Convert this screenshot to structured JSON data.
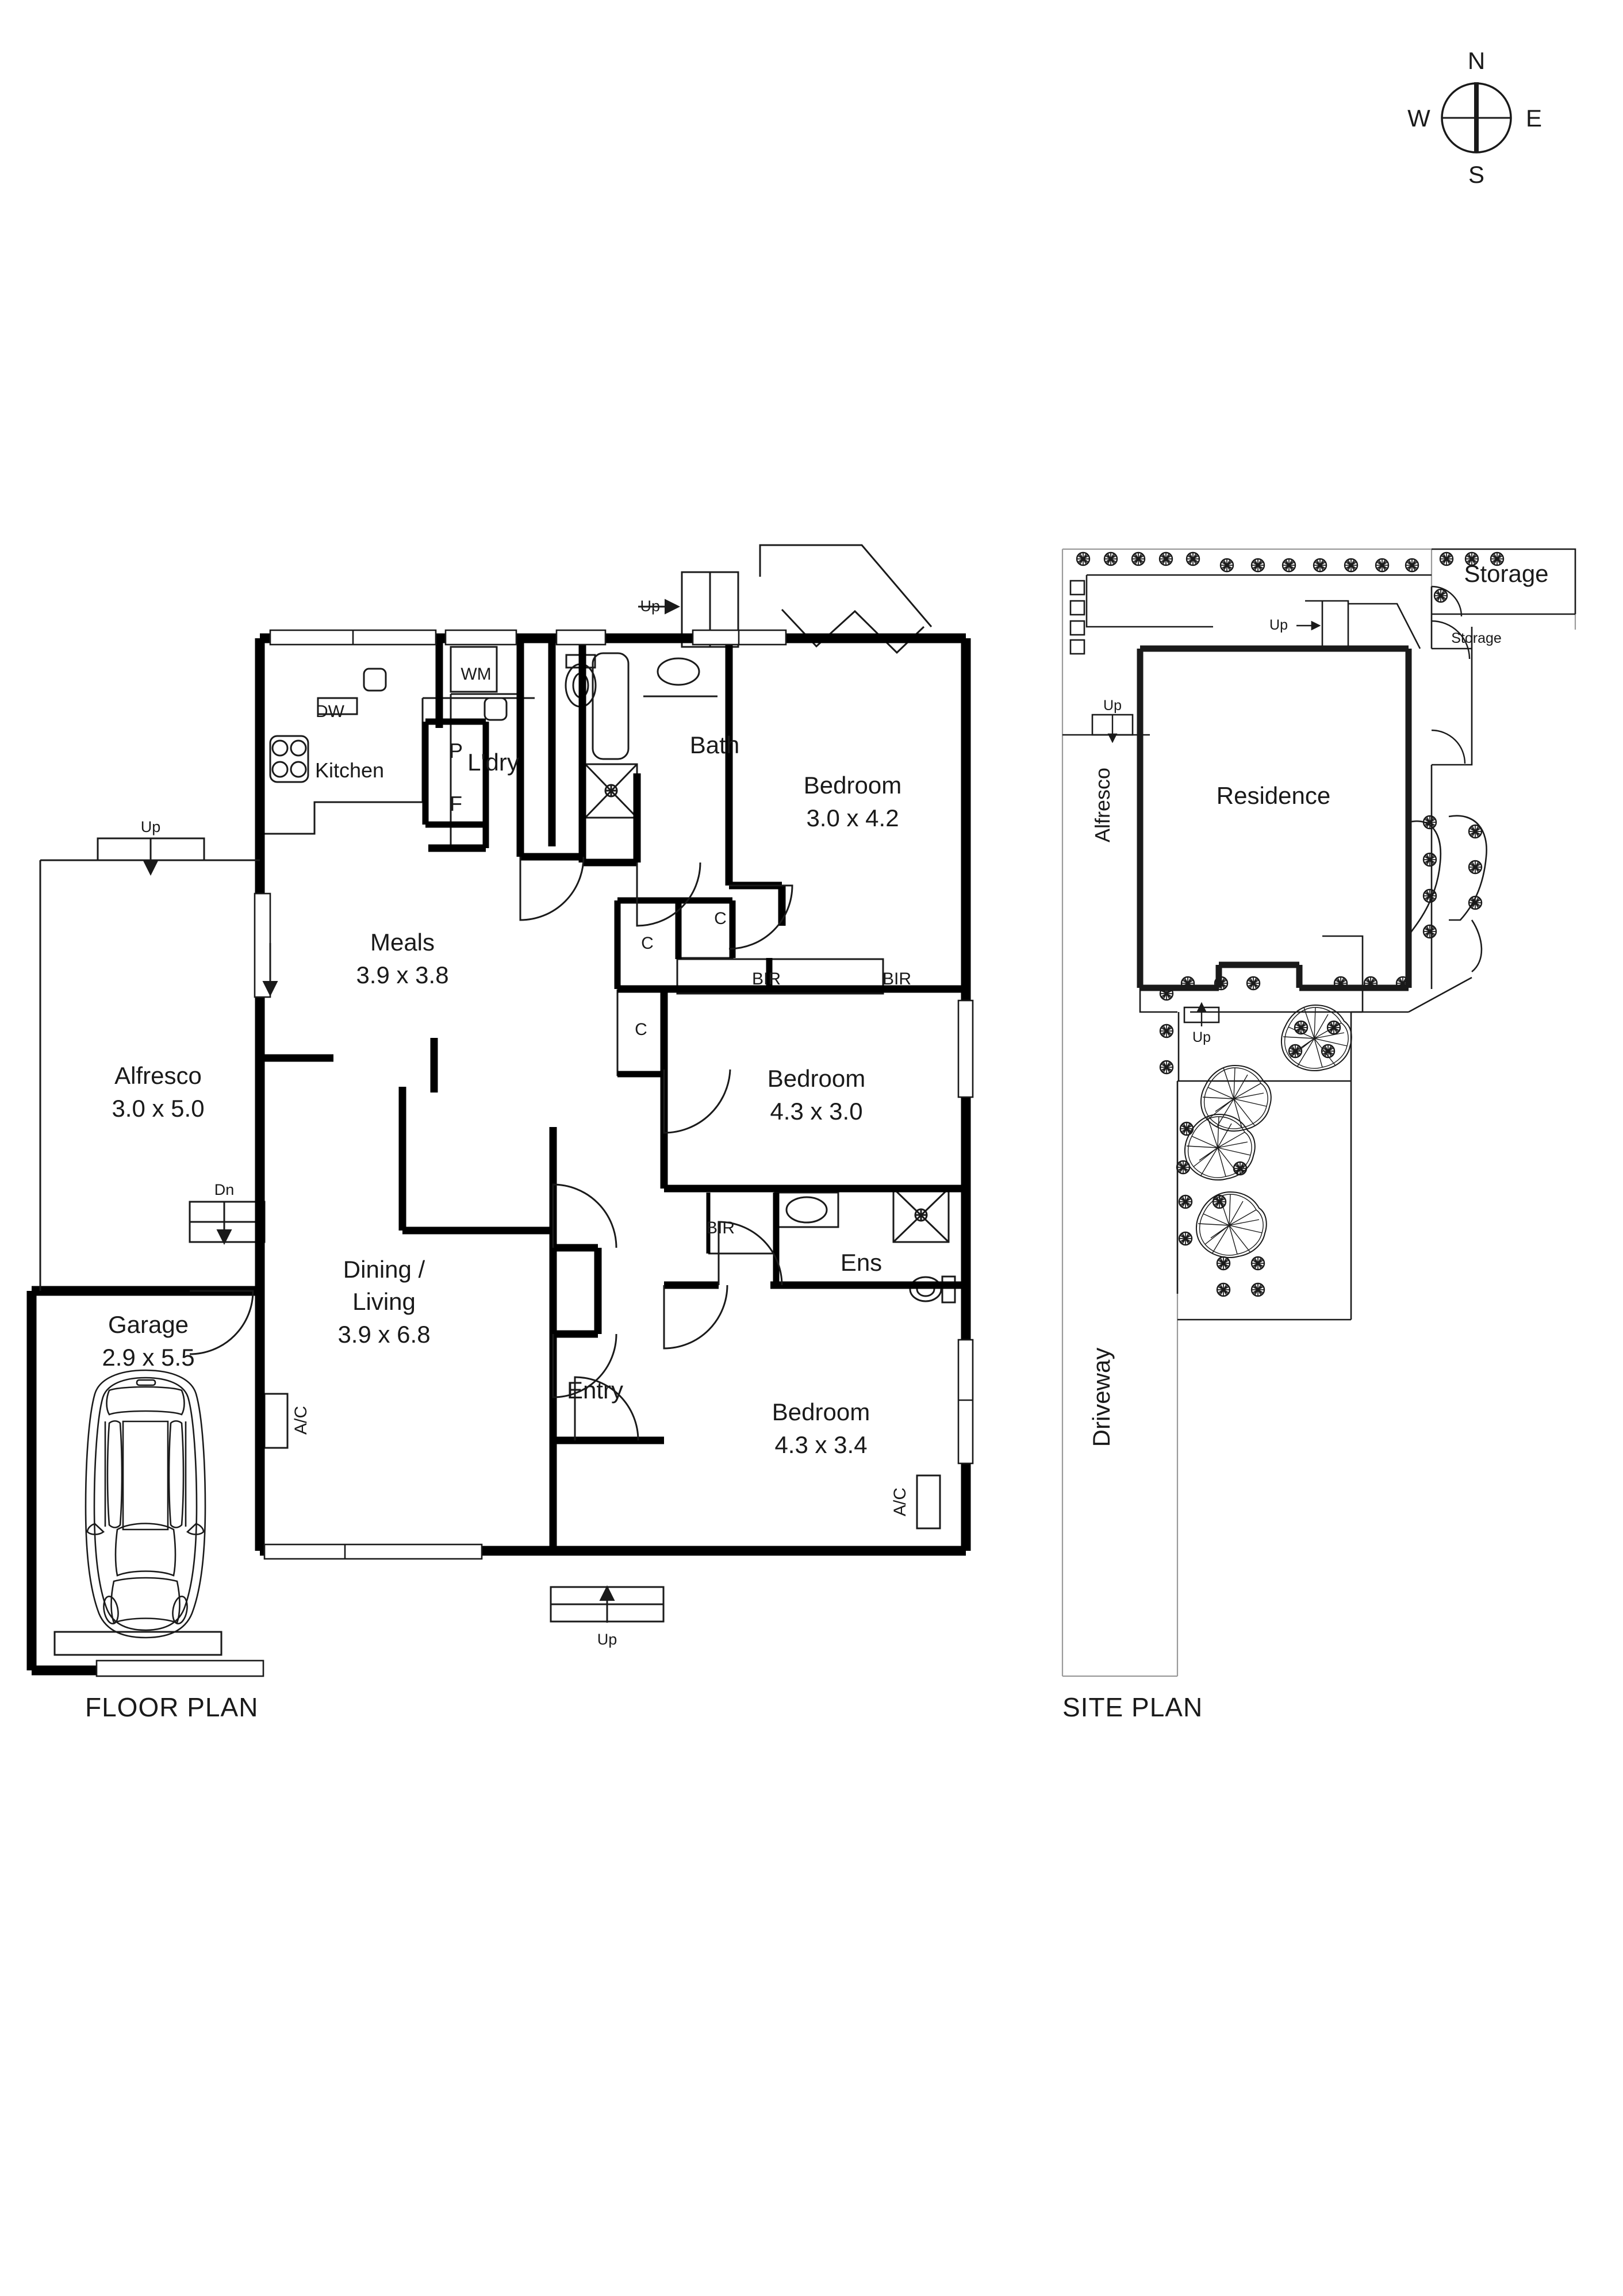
{
  "titles": {
    "floor_plan": "FLOOR PLAN",
    "site_plan": "SITE PLAN"
  },
  "compass": {
    "north": "N",
    "south": "S",
    "east": "E",
    "west": "W"
  },
  "floor_plan": {
    "rooms": [
      {
        "name": "Kitchen",
        "dims": ""
      },
      {
        "name": "L'dry",
        "dims": ""
      },
      {
        "name": "Bath",
        "dims": ""
      },
      {
        "name": "Bedroom",
        "dims": "3.0 x 4.2"
      },
      {
        "name": "Meals",
        "dims": "3.9 x 3.8"
      },
      {
        "name": "Bedroom",
        "dims": "4.3 x 3.0"
      },
      {
        "name": "Alfresco",
        "dims": "3.0 x 5.0"
      },
      {
        "name": "Dining / Living",
        "dims": "3.9 x 6.8"
      },
      {
        "name": "Dining /",
        "dims": ""
      },
      {
        "name": "Living",
        "dims": "3.9 x 6.8"
      },
      {
        "name": "Garage",
        "dims": "2.9 x 5.5"
      },
      {
        "name": "Ens",
        "dims": ""
      },
      {
        "name": "Entry",
        "dims": ""
      },
      {
        "name": "Bedroom",
        "dims": "4.3 x 3.4"
      }
    ],
    "labels": {
      "kitchen": "Kitchen",
      "ldry": "L'dry",
      "bath": "Bath",
      "ens": "Ens",
      "entry": "Entry",
      "meals": "Meals",
      "meals_dims": "3.9 x 3.8",
      "alfresco": "Alfresco",
      "alfresco_dims": "3.0 x 5.0",
      "dining_line1": "Dining /",
      "dining_line2": "Living",
      "dining_dims": "3.9 x 6.8",
      "garage": "Garage",
      "garage_dims": "2.9 x 5.5",
      "bed1": "Bedroom",
      "bed1_dims": "3.0 x 4.2",
      "bed2": "Bedroom",
      "bed2_dims": "4.3 x 3.0",
      "bed3": "Bedroom",
      "bed3_dims": "4.3 x 3.4"
    },
    "fixtures": {
      "dishwasher": "DW",
      "pantry": "P",
      "fridge": "F",
      "washing_machine": "WM",
      "cupboard_1": "C",
      "cupboard_2": "C",
      "cupboard_3": "C",
      "robe_1": "BIR",
      "robe_2": "BIR",
      "robe_3": "BIR",
      "aircon_1": "A/C",
      "aircon_2": "A/C"
    },
    "stairs": {
      "up_kitchen_rear": "Up",
      "up_bath_top": "Up",
      "up_alfresco": "Up",
      "dn_alfresco": "Dn",
      "up_entry": "Up"
    }
  },
  "site_plan": {
    "labels": {
      "residence": "Residence",
      "alfresco": "Alfresco",
      "driveway": "Driveway",
      "storage_top": "Storage",
      "storage_inner": "Storage",
      "up_1": "Up",
      "up_2": "Up",
      "up_3": "Up"
    }
  },
  "colors": {
    "ink": "#1a1a1a",
    "wall": "#000000",
    "thin": "#333333",
    "faint": "#8a8a8a",
    "paper": "#ffffff"
  }
}
